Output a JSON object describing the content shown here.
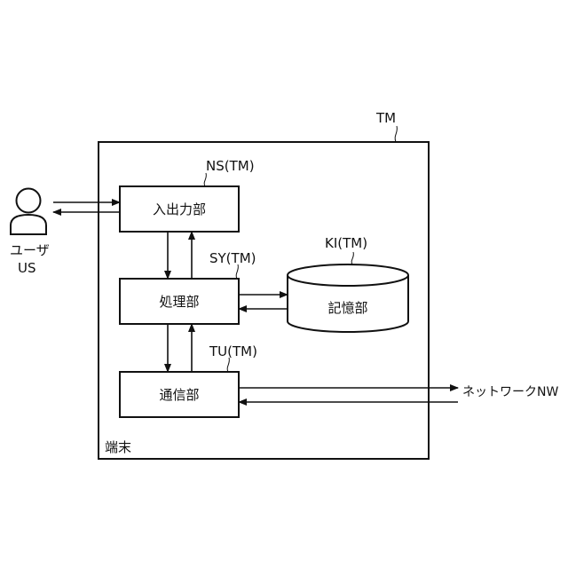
{
  "terminal": {
    "ref": "TM",
    "caption": "端末"
  },
  "user": {
    "label": "ユーザ",
    "ref": "US"
  },
  "blocks": {
    "io": {
      "label": "入出力部",
      "ref": "NS(TM)"
    },
    "processing": {
      "label": "処理部",
      "ref": "SY(TM)"
    },
    "storage": {
      "label": "記憶部",
      "ref": "KI(TM)"
    },
    "communication": {
      "label": "通信部",
      "ref": "TU(TM)"
    }
  },
  "network": {
    "label": "ネットワークNW"
  }
}
